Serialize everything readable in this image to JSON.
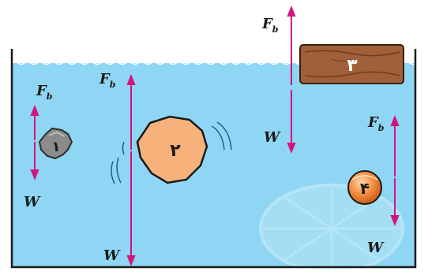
{
  "diagram": {
    "colors": {
      "water": "#8fd6f4",
      "tank_outline": "#1a1a1a",
      "arrow": "#d1157f",
      "wood": "#a0603a",
      "object_2": "#f6b27a",
      "object_4": "#e6782e",
      "rock": "#8b8b8b"
    },
    "labels": {
      "obj1_fb": "F",
      "obj1_fb_sub": "b",
      "obj1_w": "W",
      "obj2_fb": "F",
      "obj2_fb_sub": "b",
      "obj2_w": "W",
      "obj3_fb": "F",
      "obj3_fb_sub": "b",
      "obj3_w": "W",
      "obj4_fb": "F",
      "obj4_fb_sub": "b",
      "obj4_w": "W"
    },
    "objects": {
      "obj1_number": "۱",
      "obj2_number": "۲",
      "obj3_number": "۳",
      "obj4_number": "۴"
    }
  }
}
